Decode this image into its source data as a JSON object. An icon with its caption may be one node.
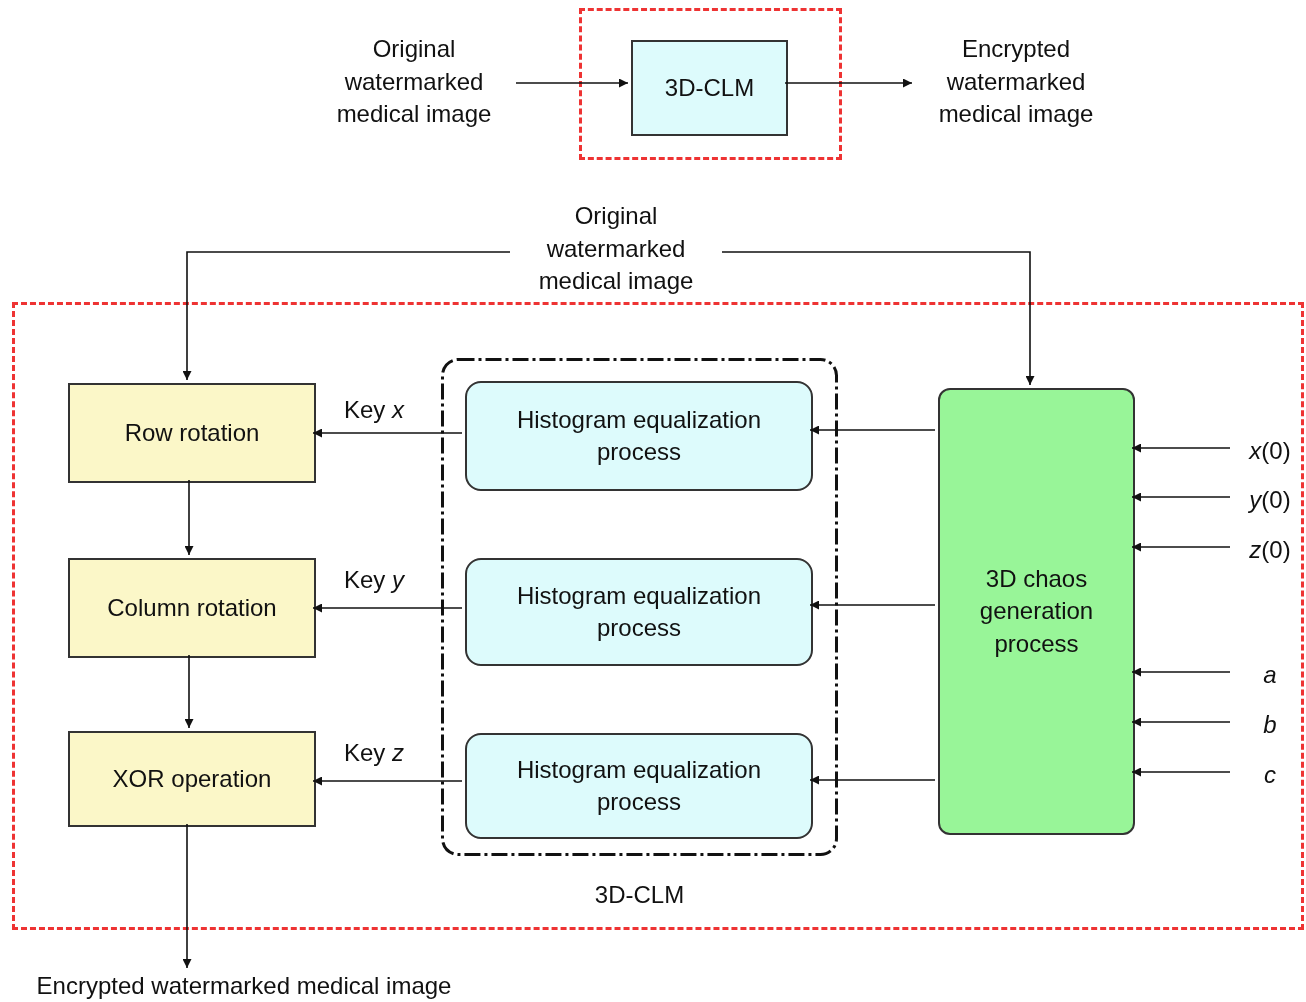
{
  "diagram": {
    "nodes": [
      {
        "text": [
          "Original watermarked medical image"
        ]
      },
      {
        "text": [],
        "shape": "box"
      },
      {
        "text": [
          "3D-CLM"
        ],
        "in": 1
      },
      {
        "text": [
          "Encrypted watermarked medical image"
        ]
      },
      {
        "text": [
          "Original watermarked medical image"
        ]
      },
      {
        "text": [],
        "shape": "box"
      },
      {
        "text": [
          "Row rotation"
        ],
        "in": 5
      },
      {
        "text": [
          "Column rotation"
        ],
        "in": 5
      },
      {
        "text": [
          "XOR operation"
        ],
        "in": 5
      },
      {
        "text": [
          "3D-CLM"
        ],
        "in": 5
      },
      {
        "text": [
          "Histogram equalization process"
        ],
        "in": 9
      },
      {
        "text": [
          "Histogram equalization process"
        ],
        "in": 9
      },
      {
        "text": [
          "Histogram equalization process"
        ],
        "in": 9
      },
      {
        "text": [
          "3D chaos generation process"
        ],
        "in": 5
      },
      {
        "text": [
          "*x*(0)"
        ],
        "in": 5
      },
      {
        "text": [
          "*y*(0)"
        ],
        "in": 5
      },
      {
        "text": [
          "*z*(0)"
        ],
        "in": 5
      },
      {
        "text": [
          "*a*"
        ],
        "in": 5
      },
      {
        "text": [
          "*b*"
        ],
        "in": 5
      },
      {
        "text": [
          "*c*"
        ],
        "in": 5
      },
      {
        "text": [
          "Encrypted watermarked medical image"
        ]
      }
    ],
    "edges": [
      {
        "from": 0,
        "to": 2,
        "arrow": "to"
      },
      {
        "from": 2,
        "to": 3,
        "arrow": "to"
      },
      {
        "from": 4,
        "to": 6,
        "arrow": "to"
      },
      {
        "from": 4,
        "to": 13,
        "arrow": "to"
      },
      {
        "from": 6,
        "to": 7,
        "arrow": "to"
      },
      {
        "from": 7,
        "to": 8,
        "arrow": "to"
      },
      {
        "from": 10,
        "to": 6,
        "arrow": "to",
        "label": "Key *x*"
      },
      {
        "from": 11,
        "to": 7,
        "arrow": "to",
        "label": "Key *y*"
      },
      {
        "from": 12,
        "to": 8,
        "arrow": "to",
        "label": "Key *z*"
      },
      {
        "from": 13,
        "to": 10,
        "arrow": "to"
      },
      {
        "from": 13,
        "to": 11,
        "arrow": "to"
      },
      {
        "from": 13,
        "to": 12,
        "arrow": "to"
      },
      {
        "from": 14,
        "to": 13,
        "arrow": "to"
      },
      {
        "from": 15,
        "to": 13,
        "arrow": "to"
      },
      {
        "from": 16,
        "to": 13,
        "arrow": "to"
      },
      {
        "from": 17,
        "to": 13,
        "arrow": "to"
      },
      {
        "from": 18,
        "to": 13,
        "arrow": "to"
      },
      {
        "from": 19,
        "to": 13,
        "arrow": "to"
      },
      {
        "from": 8,
        "to": 20,
        "arrow": "to"
      }
    ]
  }
}
